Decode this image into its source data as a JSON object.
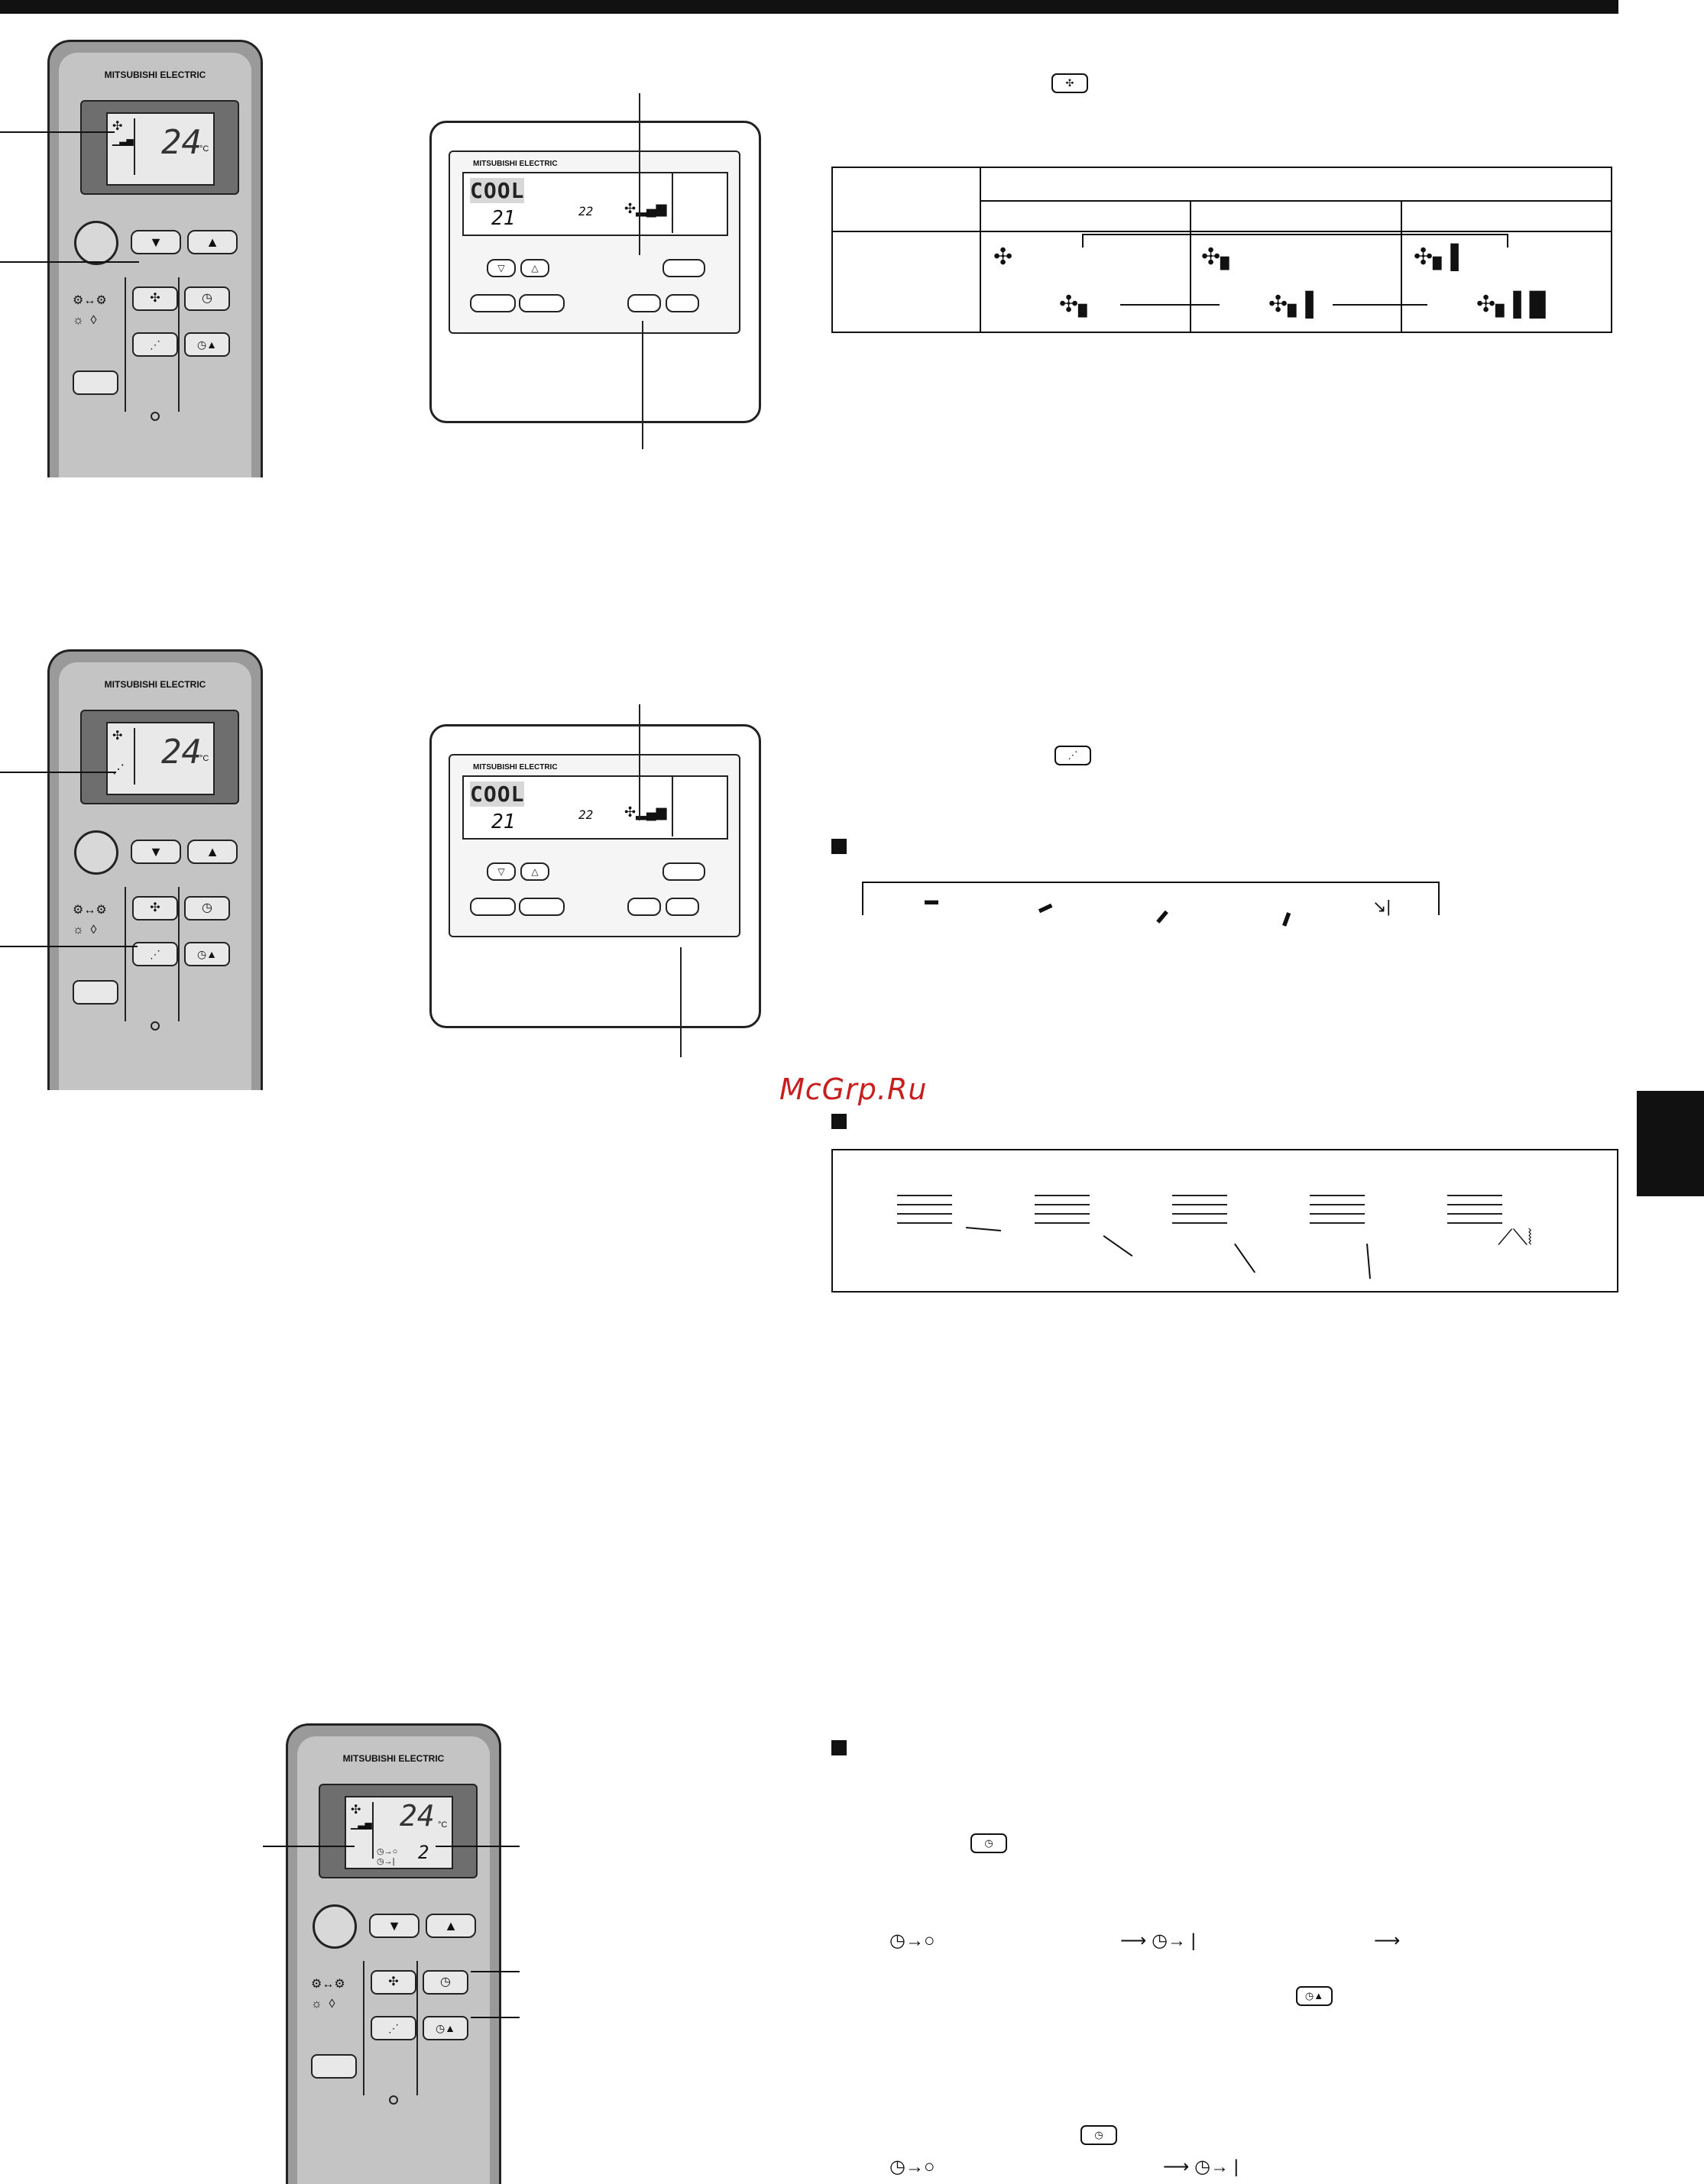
{
  "brand": "MITSUBISHI ELECTRIC",
  "watermark": "McGrp.Ru",
  "remote_display": {
    "temperature": "24",
    "unit": "°C",
    "timer_hours": "2"
  },
  "wired_panel": {
    "mode_text": "COOL",
    "room_temp": "21",
    "set_temp": "22"
  },
  "colors": {
    "watermark": "#c81e1e",
    "remote_body": "#9a9a9a",
    "lcd_frame": "#6e6e6e"
  },
  "icons": {
    "fan_speed_key": "fan-icon",
    "vane_key": "vane-swing-icon",
    "timer_off_key": "clock-icon",
    "timer_on_key": "clock-up-icon",
    "section_bullet": "black-square-icon"
  }
}
